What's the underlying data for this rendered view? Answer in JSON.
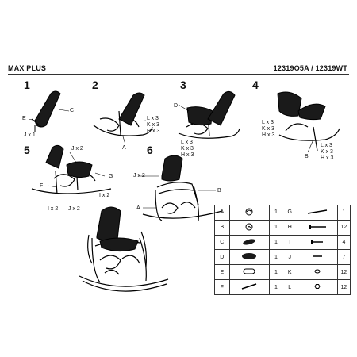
{
  "header": {
    "title_left": "MAX PLUS",
    "title_right": "12319O5A / 12319WT"
  },
  "steps": [
    "1",
    "2",
    "3",
    "4",
    "5",
    "6"
  ],
  "labels": {
    "s1_E": "E",
    "s1_C": "C",
    "s1_J": "J x 1",
    "s2_L": "L x 3",
    "s2_K": "K x 3",
    "s2_H": "H x 3",
    "s2_A": "A",
    "s3_D": "D",
    "s3_L": "L x 3",
    "s3_K": "K x 3",
    "s3_H": "H x 3",
    "s4_L1": "L x 3",
    "s4_K1": "K x 3",
    "s4_H1": "H x 3",
    "s4_B": "B",
    "s4_L2": "L x 3",
    "s4_K2": "K x 3",
    "s4_H2": "H x 3",
    "s5_J": "J x 2",
    "s5_G": "G",
    "s5_F": "F",
    "s5_I1": "I x 2",
    "s5_I2": "I x 2",
    "s5_J2": "J x 2",
    "s6_J": "J x 2",
    "s6_B": "B",
    "s6_A": "A"
  },
  "parts": [
    {
      "left_letter": "A",
      "left_qty": "1",
      "left_icon": "seat-frame-part-icon",
      "right_letter": "G",
      "right_qty": "1",
      "right_icon": "rod-part-icon"
    },
    {
      "left_letter": "B",
      "left_qty": "1",
      "left_icon": "back-frame-part-icon",
      "right_letter": "H",
      "right_qty": "12",
      "right_icon": "long-bolt-icon"
    },
    {
      "left_letter": "C",
      "left_qty": "1",
      "left_icon": "back-cushion-icon",
      "right_letter": "I",
      "right_qty": "4",
      "right_icon": "bolt-icon"
    },
    {
      "left_letter": "D",
      "left_qty": "1",
      "left_icon": "seat-cushion-icon",
      "right_letter": "J",
      "right_qty": "7",
      "right_icon": "screw-icon"
    },
    {
      "left_letter": "E",
      "left_qty": "1",
      "left_icon": "bracket-icon",
      "right_letter": "K",
      "right_qty": "12",
      "right_icon": "washer-icon"
    },
    {
      "left_letter": "F",
      "left_qty": "1",
      "left_icon": "crossbar-icon",
      "right_letter": "L",
      "right_qty": "12",
      "right_icon": "nut-icon"
    }
  ]
}
